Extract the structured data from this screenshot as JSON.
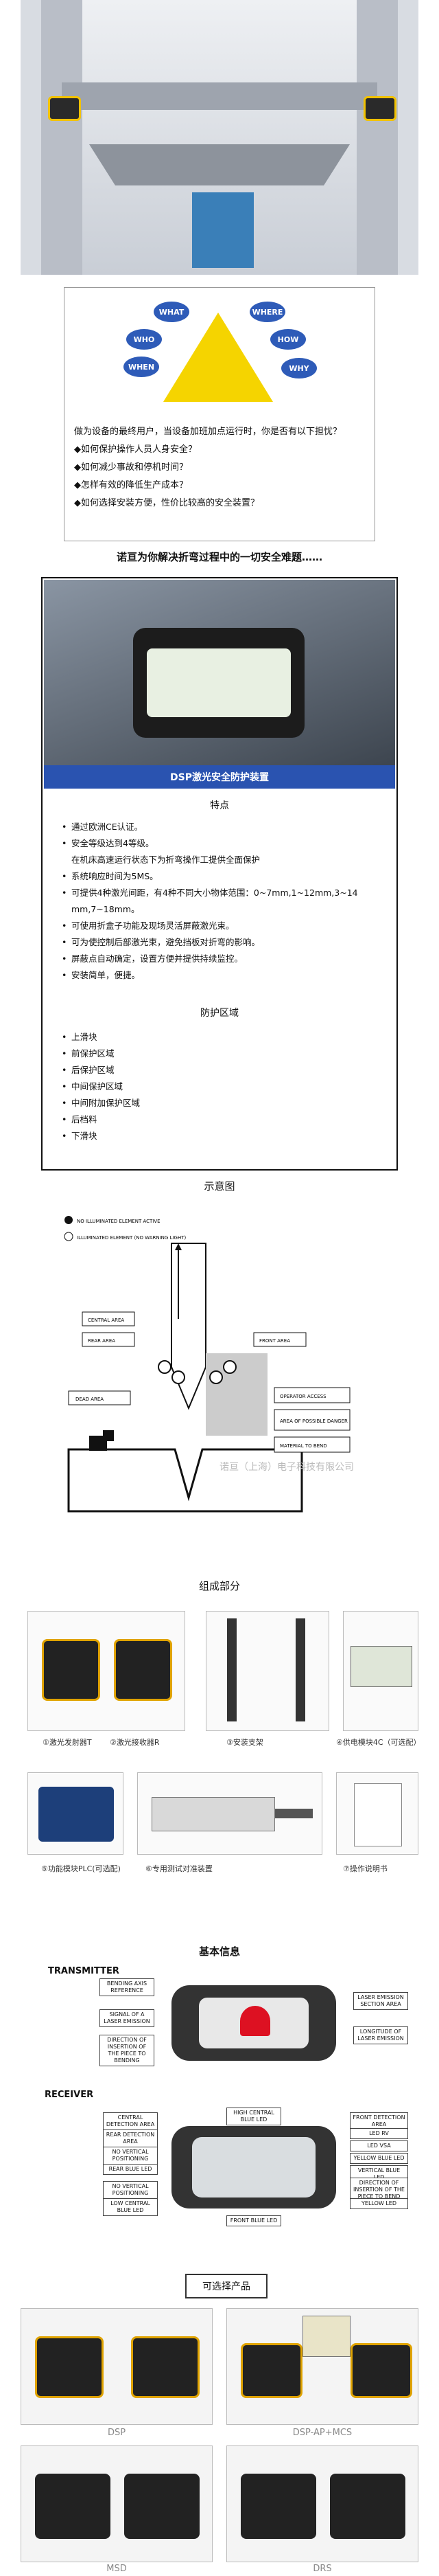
{
  "safety": {
    "bubbles": [
      "WHAT",
      "WHERE",
      "WHO",
      "HOW",
      "WHEN",
      "WHY"
    ],
    "intro": "做为设备的最终用户，当设备加班加点运行时，你是否有以下担忧？",
    "questions": [
      "◆如何保护操作人员人身安全？",
      "◆如何减少事故和停机时间？",
      "◆怎样有效的降低生产成本？",
      "◆如何选择安装方便，性价比较高的安全装置？"
    ]
  },
  "slogan": "诺亘为你解决折弯过程中的一切安全难题……",
  "dsp": {
    "banner": "DSP激光安全防护装置",
    "features_title": "特点",
    "features": [
      {
        "text": "通过欧洲CE认证。",
        "bullet": true
      },
      {
        "text": "安全等级达到4等级。",
        "bullet": true
      },
      {
        "text": "在机床高速运行状态下为折弯操作工提供全面保护",
        "bullet": false
      },
      {
        "text": "系统响应时间为5MS。",
        "bullet": true
      },
      {
        "text": "可提供4种激光间距，有4种不同大小物体范围：0~7mm,1~12mm,3~14",
        "bullet": true
      },
      {
        "text": "mm,7~18mm。",
        "bullet": false
      },
      {
        "text": "可使用折盒子功能及现场灵活屏蔽激光束。",
        "bullet": true
      },
      {
        "text": "可为使控制后部激光束，避免挡板对折弯的影响。",
        "bullet": true
      },
      {
        "text": "屏蔽点自动确定，设置方便并提供持续监控。",
        "bullet": true
      },
      {
        "text": "安装简单，便捷。",
        "bullet": true
      }
    ],
    "zones_title": "防护区域",
    "zones": [
      "上滑块",
      "前保护区域",
      "后保护区域",
      "中间保护区域",
      "中间附加保护区域",
      "后档料",
      "下滑块"
    ]
  },
  "diagram": {
    "title": "示意图",
    "legend": [
      "NO ILLUMINATED ELEMENT ACTIVE",
      "ILLUMINATED ELEMENT (NO WARNING LIGHT)"
    ],
    "labels": [
      "CENTRAL AREA",
      "REAR AREA",
      "FRONT AREA",
      "DEAD AREA",
      "OPERATOR ACCESS",
      "AREA OF POSSIBLE DANGER",
      "MATERIAL TO BEND"
    ],
    "watermark": "诺亘（上海）电子科技有限公司"
  },
  "components": {
    "title": "组成部分",
    "captions": [
      "①激光发射器T",
      "②激光接收器R",
      "③安装支架",
      "④供电模块4C（可选配）",
      "⑤功能模块PLC(可选配)",
      "⑥专用测试对准装置",
      "⑦操作说明书"
    ]
  },
  "info": {
    "title": "基本信息",
    "transmitter": "TRANSMITTER",
    "receiver": "RECEIVER",
    "tx_tags": [
      "BENDING AXIS REFERENCE",
      "SIGNAL OF A LASER EMISSION",
      "DIRECTION OF INSERTION OF THE PIECE TO BENDING",
      "LASER EMISSION SECTION AREA",
      "LONGITUDE OF LASER EMISSION"
    ],
    "rx_tags_left": [
      "CENTRAL DETECTION AREA",
      "REAR DETECTION AREA",
      "NO VERTICAL POSITIONING",
      "REAR BLUE LED",
      "NO VERTICAL POSITIONING",
      "LOW CENTRAL BLUE LED"
    ],
    "rx_tags_center": [
      "HIGH CENTRAL BLUE LED",
      "FRONT BLUE LED"
    ],
    "rx_tags_right": [
      "FRONT DETECTION AREA",
      "LED RV",
      "LED VSA",
      "YELLOW BLUE LED",
      "VERTICAL BLUE LED",
      "DIRECTION OF INSERTION OF THE PIECE TO BEND",
      "YELLOW LED"
    ]
  },
  "options": {
    "title": "可选择产品",
    "items": [
      "DSP",
      "DSP-AP+MCS",
      "MSD",
      "DRS"
    ]
  },
  "colors": {
    "accent": "#2a53b0",
    "warning": "#f5d400"
  }
}
